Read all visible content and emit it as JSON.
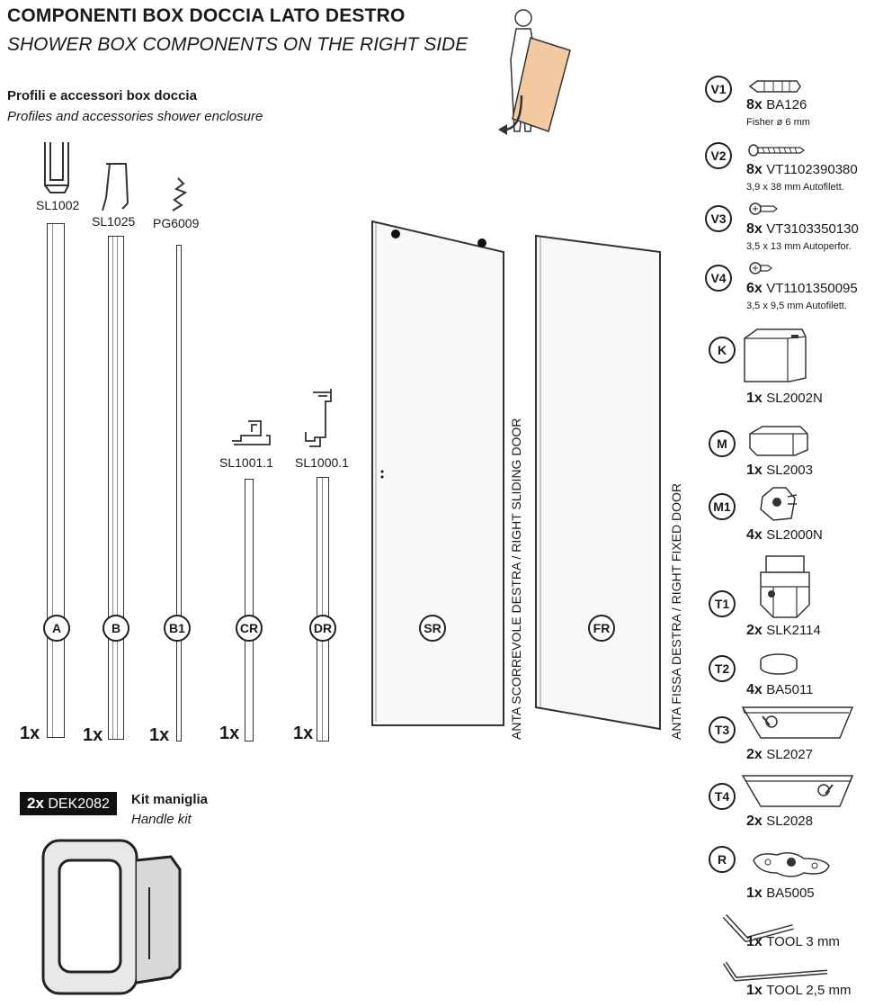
{
  "header": {
    "title": "COMPONENTI BOX DOCCIA LATO DESTRO",
    "subtitle": "SHOWER BOX COMPONENTS ON THE RIGHT SIDE"
  },
  "section": {
    "title": "Profili e accessori box doccia",
    "subtitle": "Profiles and accessories shower enclosure"
  },
  "profiles": [
    {
      "code": "SL1002",
      "letter": "A",
      "qty": "1x"
    },
    {
      "code": "SL1025",
      "letter": "B",
      "qty": "1x"
    },
    {
      "code": "PG6009",
      "letter": "B1",
      "qty": "1x"
    },
    {
      "code": "SL1001.1",
      "letter": "CR",
      "qty": "1x"
    },
    {
      "code": "SL1000.1",
      "letter": "DR",
      "qty": "1x"
    }
  ],
  "panels": [
    {
      "letter": "SR",
      "label": "ANTA SCORREVOLE DESTRA / RIGHT SLIDING DOOR"
    },
    {
      "letter": "FR",
      "label": "ANTA FISSA DESTRA / RIGHT FIXED DOOR"
    }
  ],
  "kit": {
    "qty": "2x",
    "code": "DEK2082",
    "title": "Kit maniglia",
    "subtitle": "Handle kit"
  },
  "accessories": [
    {
      "letter": "V1",
      "qty": "8x",
      "code": "BA126",
      "desc": "Fisher ø 6 mm"
    },
    {
      "letter": "V2",
      "qty": "8x",
      "code": "VT1102390380",
      "desc": "3,9 x 38 mm Autofilett."
    },
    {
      "letter": "V3",
      "qty": "8x",
      "code": "VT3103350130",
      "desc": "3,5 x 13 mm Autoperfor."
    },
    {
      "letter": "V4",
      "qty": "6x",
      "code": "VT1101350095",
      "desc": "3,5 x 9,5 mm Autofilett."
    },
    {
      "letter": "K",
      "qty": "1x",
      "code": "SL2002N",
      "desc": ""
    },
    {
      "letter": "M",
      "qty": "1x",
      "code": "SL2003",
      "desc": ""
    },
    {
      "letter": "M1",
      "qty": "4x",
      "code": "SL2000N",
      "desc": ""
    },
    {
      "letter": "T1",
      "qty": "2x",
      "code": "SLK2114",
      "desc": ""
    },
    {
      "letter": "T2",
      "qty": "4x",
      "code": "BA5011",
      "desc": ""
    },
    {
      "letter": "T3",
      "qty": "2x",
      "code": "SL2027",
      "desc": ""
    },
    {
      "letter": "T4",
      "qty": "2x",
      "code": "SL2028",
      "desc": ""
    },
    {
      "letter": "R",
      "qty": "1x",
      "code": "BA5005",
      "desc": ""
    }
  ],
  "tools": [
    {
      "qty": "1x",
      "code": "TOOL 3 mm"
    },
    {
      "qty": "1x",
      "code": "TOOL 2,5 mm"
    }
  ],
  "colors": {
    "ink": "#1a1a1a",
    "panel_glass": "#f8f8f8",
    "board": "#f2c9a0"
  }
}
